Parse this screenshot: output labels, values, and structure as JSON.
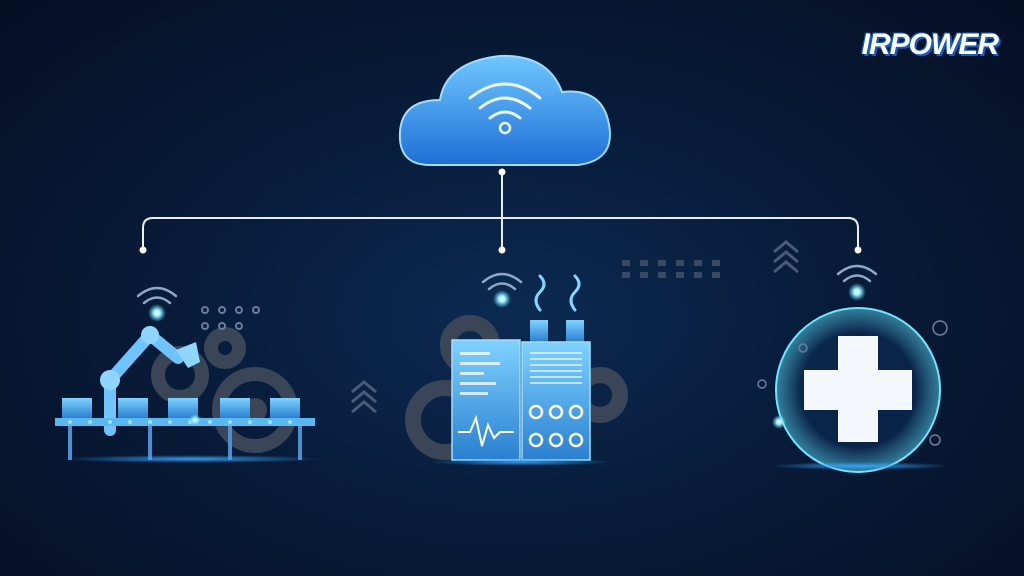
{
  "brand": {
    "logo_text": "IRPOWER"
  },
  "colors": {
    "background": "#081c3a",
    "accent_cyan": "#4fd6ff",
    "cloud_blue": "#2f8fe6",
    "machine_blue": "#5ab8f0",
    "gear_gray": "#3b4658",
    "white": "#ffffff"
  },
  "nodes": [
    {
      "id": "cloud",
      "icon": "cloud-wifi-icon"
    },
    {
      "id": "factory-robot",
      "icon": "robot-arm-conveyor-icon"
    },
    {
      "id": "factory-plant",
      "icon": "factory-plant-icon"
    },
    {
      "id": "healthcare",
      "icon": "medical-cross-icon"
    }
  ]
}
